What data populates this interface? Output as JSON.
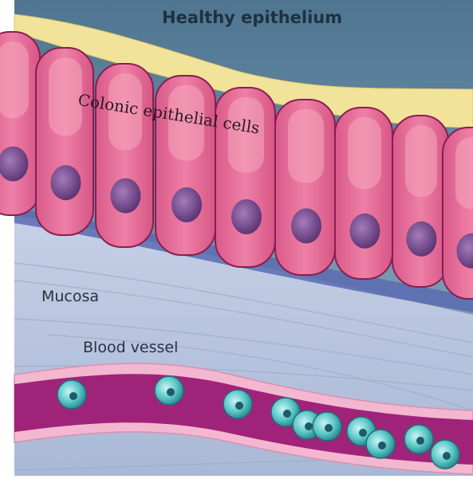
{
  "labels": {
    "title": "Healthy epithelium",
    "cells": "Colonic epithelial cells",
    "mucosa": "Mucosa",
    "blood_vessel": "Blood vessel"
  },
  "colors": {
    "background_top": "#6f93ad",
    "mucus_layer": "#f1e39a",
    "cell_body": "#e8709a",
    "cell_outline": "#8a1e52",
    "cell_highlight": "#f6a8be",
    "nucleus": "#7a4d8e",
    "basement_membrane": "#5a6bb0",
    "mucosa": "#b9c6de",
    "vessel_wall": "#f3b7d0",
    "vessel_lumen": "#a0237a",
    "blood_cell": "#5ec8c8"
  }
}
